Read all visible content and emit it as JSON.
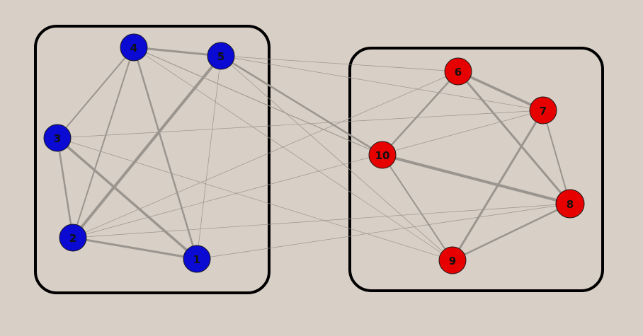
{
  "colors": {
    "background": "#d8cfc6",
    "edge": "#9b958f",
    "blue_group": "#0a0ad2",
    "red_group": "#e60000",
    "box": "#000000"
  },
  "groups": [
    {
      "id": "left",
      "color": "blue",
      "nodes": [
        "1",
        "2",
        "3",
        "4",
        "5"
      ]
    },
    {
      "id": "right",
      "color": "red",
      "nodes": [
        "6",
        "7",
        "8",
        "9",
        "10"
      ]
    }
  ],
  "nodes": [
    {
      "id": "1",
      "label": "1",
      "group": "left"
    },
    {
      "id": "2",
      "label": "2",
      "group": "left"
    },
    {
      "id": "3",
      "label": "3",
      "group": "left"
    },
    {
      "id": "4",
      "label": "4",
      "group": "left"
    },
    {
      "id": "5",
      "label": "5",
      "group": "left"
    },
    {
      "id": "6",
      "label": "6",
      "group": "right"
    },
    {
      "id": "7",
      "label": "7",
      "group": "right"
    },
    {
      "id": "8",
      "label": "8",
      "group": "right"
    },
    {
      "id": "9",
      "label": "9",
      "group": "right"
    },
    {
      "id": "10",
      "label": "10",
      "group": "right"
    }
  ],
  "edges": [
    {
      "from": "4",
      "to": "5",
      "weight": 3
    },
    {
      "from": "4",
      "to": "3",
      "weight": 2
    },
    {
      "from": "4",
      "to": "2",
      "weight": 2
    },
    {
      "from": "4",
      "to": "1",
      "weight": 2.5
    },
    {
      "from": "4",
      "to": "10",
      "weight": 1
    },
    {
      "from": "4",
      "to": "9",
      "weight": 0.7
    },
    {
      "from": "5",
      "to": "2",
      "weight": 4
    },
    {
      "from": "5",
      "to": "1",
      "weight": 0.7
    },
    {
      "from": "5",
      "to": "6",
      "weight": 0.7
    },
    {
      "from": "5",
      "to": "7",
      "weight": 0.7
    },
    {
      "from": "5",
      "to": "10",
      "weight": 2.5
    },
    {
      "from": "5",
      "to": "9",
      "weight": 0.7
    },
    {
      "from": "3",
      "to": "2",
      "weight": 2.5
    },
    {
      "from": "3",
      "to": "1",
      "weight": 3.5
    },
    {
      "from": "3",
      "to": "7",
      "weight": 0.7
    },
    {
      "from": "3",
      "to": "9",
      "weight": 0.7
    },
    {
      "from": "2",
      "to": "1",
      "weight": 3
    },
    {
      "from": "2",
      "to": "6",
      "weight": 0.7
    },
    {
      "from": "2",
      "to": "7",
      "weight": 0.7
    },
    {
      "from": "2",
      "to": "8",
      "weight": 0.7
    },
    {
      "from": "1",
      "to": "8",
      "weight": 0.7
    },
    {
      "from": "6",
      "to": "7",
      "weight": 3.5
    },
    {
      "from": "6",
      "to": "10",
      "weight": 2.5
    },
    {
      "from": "6",
      "to": "8",
      "weight": 3
    },
    {
      "from": "7",
      "to": "8",
      "weight": 2
    },
    {
      "from": "7",
      "to": "9",
      "weight": 3
    },
    {
      "from": "10",
      "to": "8",
      "weight": 4
    },
    {
      "from": "10",
      "to": "9",
      "weight": 2
    },
    {
      "from": "9",
      "to": "8",
      "weight": 2.5
    }
  ]
}
